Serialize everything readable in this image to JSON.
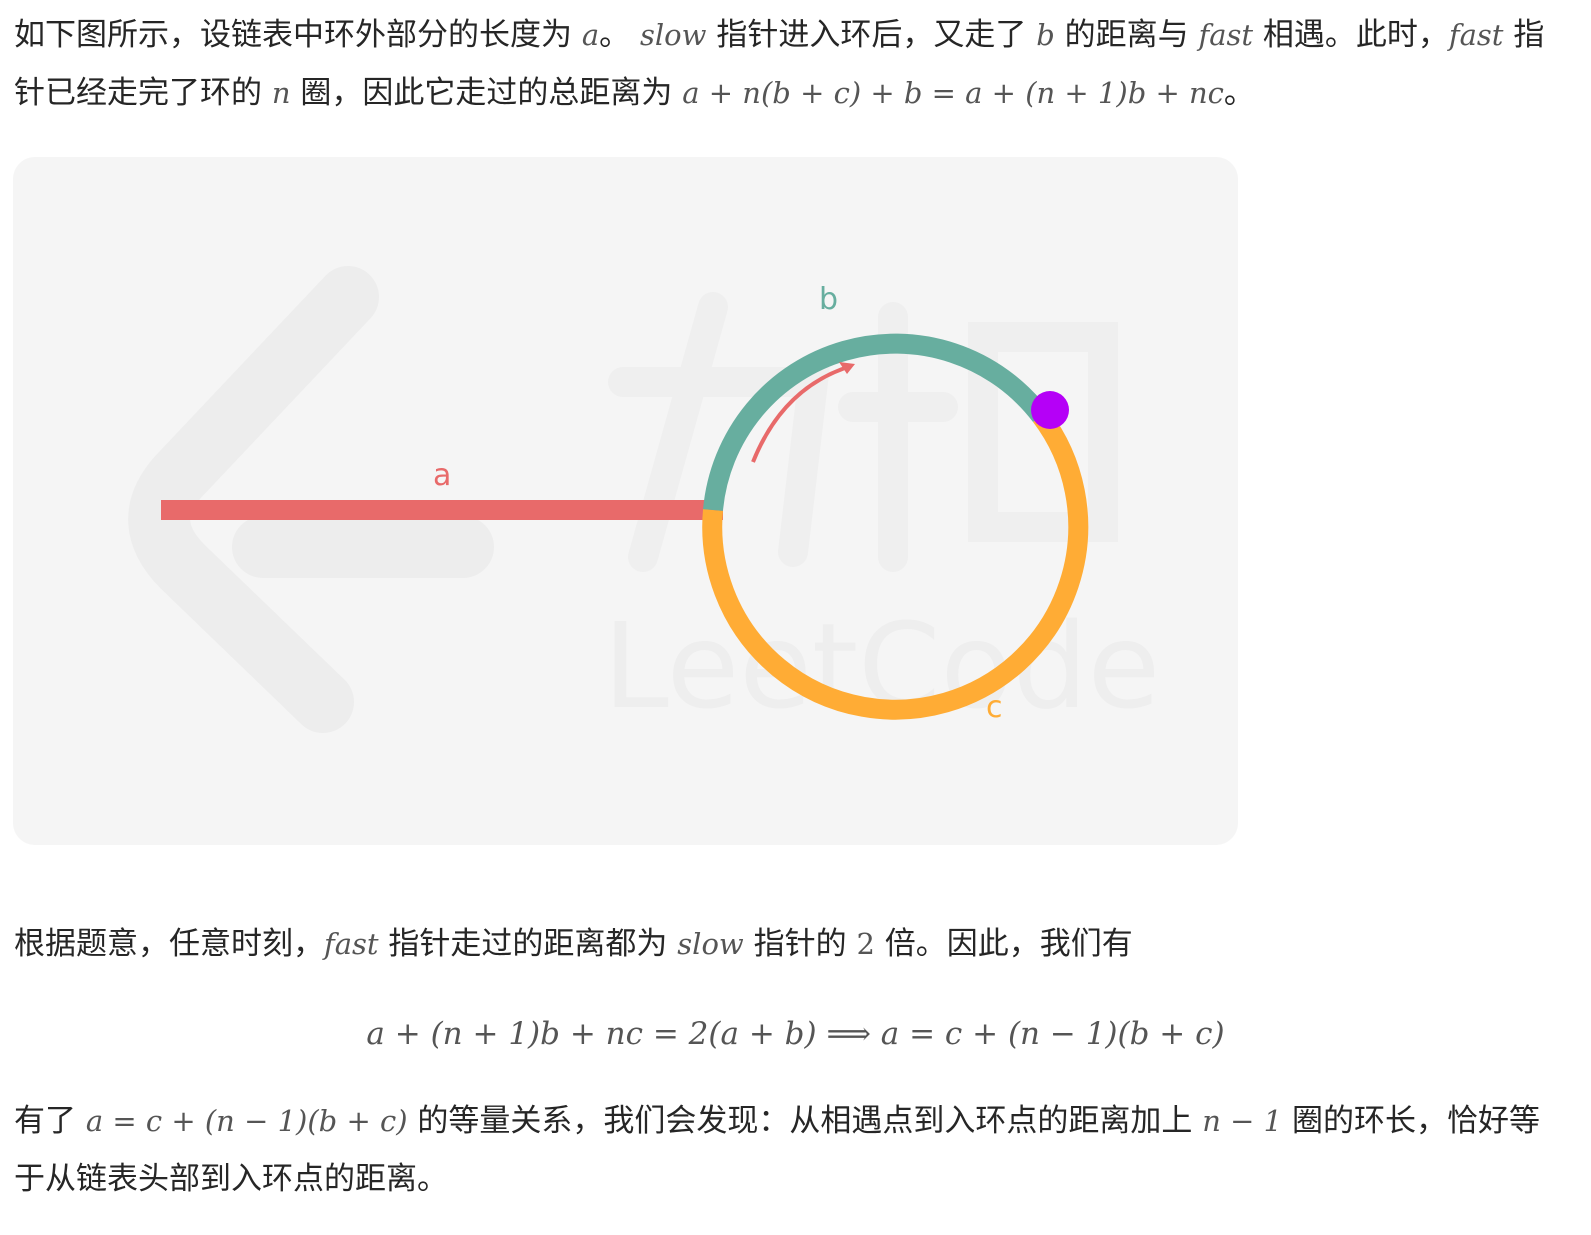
{
  "paragraph1": {
    "t1": "如下图所示，设链表中环外部分的长度为",
    "m1": "a",
    "t2": "。",
    "m2": "slow",
    "t3": "指针进入环后，又走了",
    "m3": "b",
    "t4": "的距离与",
    "m4": "fast",
    "t5": "相遇。此时，",
    "m5": "fast",
    "t6": "指针已经走完了环的",
    "m6": "n",
    "t7": "圈，因此它走过的总距离为",
    "m7": "a + n(b + c) + b = a + (n + 1)b + nc",
    "t8": "。"
  },
  "figure": {
    "label_a": "a",
    "label_b": "b",
    "label_c": "c",
    "watermark": "LeetCode",
    "colors": {
      "background": "#f5f5f5",
      "tail_a": "#e86a6a",
      "arc_b": "#67ae9f",
      "arc_c": "#ffac35",
      "meet_point": "#b500f7",
      "arrow": "#e86a6a"
    }
  },
  "paragraph2": {
    "t1": "根据题意，任意时刻，",
    "m1": "fast",
    "t2": "指针走过的距离都为",
    "m2": "slow",
    "t3": "指针的",
    "m3": "2",
    "t4": "倍。因此，我们有"
  },
  "equation": "a + (n + 1)b + nc = 2(a + b)  ⟹  a = c + (n − 1)(b + c)",
  "paragraph3": {
    "t1": "有了",
    "m1": "a = c + (n − 1)(b + c)",
    "t2": "的等量关系，我们会发现：从相遇点到入环点的距离加上",
    "m2": "n − 1",
    "t3": "圈的环长，恰好等于从链表头部到入环点的距离。"
  }
}
